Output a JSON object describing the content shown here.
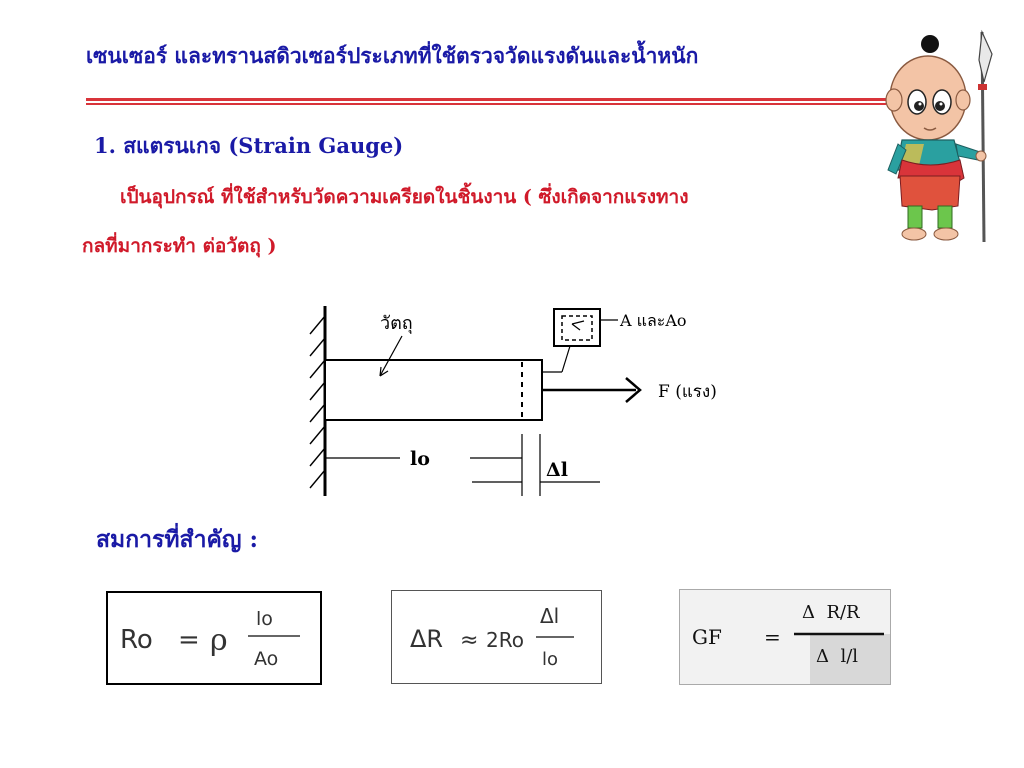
{
  "slide": {
    "title": "เซนเซอร์ และทรานสดิวเซอร์ประเภทที่ใช้ตรวจวัดแรงดันและน้ำหนัก",
    "section_heading": "1. สแตรนเกจ (Strain Gauge)",
    "description_line1": "เป็นอุปกรณ์ ที่ใช้สำหรับวัดความเครียดในชิ้นงาน  ( ซึ่งเกิดจากแรงทาง",
    "description_line2": "กลที่มากระทำ ต่อวัตถุ )",
    "equations_heading": "สมการที่สำคัญ :"
  },
  "diagram": {
    "object_label": "วัตถุ",
    "area_label": "A และAo",
    "force_label": "F (แรง)",
    "length_label": "lo",
    "delta_label": "Δl"
  },
  "equations": {
    "ro": {
      "lhs": "Ro",
      "eq": "=",
      "rho": "ρ",
      "num": "lo",
      "den": "Ao"
    },
    "dr": {
      "lhs": "ΔR",
      "approx": "≈",
      "coef": "2Ro",
      "num": "Δl",
      "den": "lo"
    },
    "gf": {
      "lhs": "GF",
      "eq": "=",
      "num": "Δ  R/R",
      "den": "Δ  l/l"
    }
  },
  "colors": {
    "title_blue": "#1a1aa6",
    "body_red": "#d01a2a",
    "rule_red": "#d9343a"
  }
}
